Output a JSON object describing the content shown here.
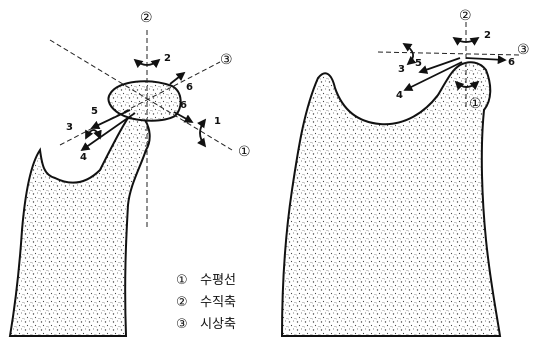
{
  "left_figure": {
    "axis_markers": [
      "①",
      "②",
      "③"
    ],
    "motion_numbers": [
      "1",
      "2",
      "3",
      "4",
      "5",
      "6",
      "6"
    ]
  },
  "right_figure": {
    "axis_markers": [
      "①",
      "②",
      "③"
    ],
    "motion_numbers": [
      "2",
      "3",
      "4",
      "5",
      "6"
    ]
  },
  "legend": [
    {
      "marker": "①",
      "label": "수평선"
    },
    {
      "marker": "②",
      "label": "수직축"
    },
    {
      "marker": "③",
      "label": "시상축"
    }
  ]
}
